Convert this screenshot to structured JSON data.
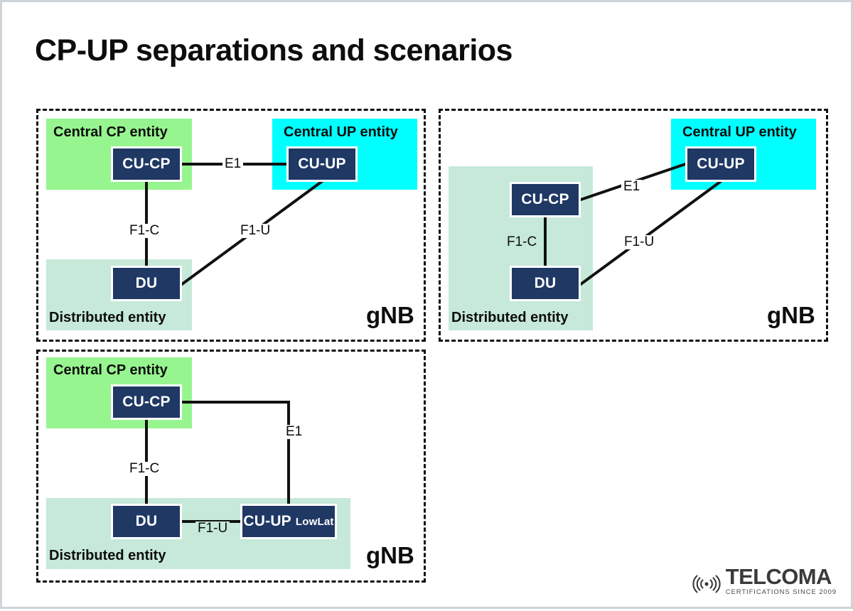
{
  "page": {
    "title": "CP-UP separations and scenarios",
    "background_color": "#ffffff"
  },
  "colors": {
    "central_cp_green": "#97f58f",
    "central_up_cyan": "#00ffff",
    "distributed_mint": "#c6e9d9",
    "node_navy": "#1f3864",
    "node_border": "#ffffff",
    "line_black": "#111111",
    "text_black": "#0d0d0d"
  },
  "panels": [
    {
      "id": "scenario-1",
      "gnb_label": "gNB",
      "regions": [
        {
          "key": "central-cp",
          "label": "Central CP entity",
          "color": "#97f58f"
        },
        {
          "key": "central-up",
          "label": "Central UP entity",
          "color": "#00ffff"
        },
        {
          "key": "distributed",
          "label": "Distributed entity",
          "color": "#c6e9d9"
        }
      ],
      "nodes": [
        {
          "key": "cu-cp",
          "label": "CU-CP",
          "sub": ""
        },
        {
          "key": "cu-up",
          "label": "CU-UP",
          "sub": ""
        },
        {
          "key": "du",
          "label": "DU",
          "sub": ""
        }
      ],
      "links": [
        {
          "key": "e1",
          "label": "E1",
          "from": "cu-cp",
          "to": "cu-up"
        },
        {
          "key": "f1-c",
          "label": "F1-C",
          "from": "cu-cp",
          "to": "du"
        },
        {
          "key": "f1-u",
          "label": "F1-U",
          "from": "cu-up",
          "to": "du"
        }
      ]
    },
    {
      "id": "scenario-2",
      "gnb_label": "gNB",
      "regions": [
        {
          "key": "central-up",
          "label": "Central UP entity",
          "color": "#00ffff"
        },
        {
          "key": "distributed",
          "label": "Distributed entity",
          "color": "#c6e9d9"
        }
      ],
      "nodes": [
        {
          "key": "cu-cp",
          "label": "CU-CP",
          "sub": ""
        },
        {
          "key": "cu-up",
          "label": "CU-UP",
          "sub": ""
        },
        {
          "key": "du",
          "label": "DU",
          "sub": ""
        }
      ],
      "links": [
        {
          "key": "e1",
          "label": "E1",
          "from": "cu-cp",
          "to": "cu-up"
        },
        {
          "key": "f1-c",
          "label": "F1-C",
          "from": "cu-cp",
          "to": "du"
        },
        {
          "key": "f1-u",
          "label": "F1-U",
          "from": "cu-up",
          "to": "du"
        }
      ]
    },
    {
      "id": "scenario-3",
      "gnb_label": "gNB",
      "regions": [
        {
          "key": "central-cp",
          "label": "Central CP entity",
          "color": "#97f58f"
        },
        {
          "key": "distributed",
          "label": "Distributed entity",
          "color": "#c6e9d9"
        }
      ],
      "nodes": [
        {
          "key": "cu-cp",
          "label": "CU-CP",
          "sub": ""
        },
        {
          "key": "du",
          "label": "DU",
          "sub": ""
        },
        {
          "key": "cu-up-lowlat",
          "label": "CU-UP",
          "sub": "LowLat"
        }
      ],
      "links": [
        {
          "key": "e1",
          "label": "E1",
          "from": "cu-cp",
          "to": "cu-up-lowlat"
        },
        {
          "key": "f1-c",
          "label": "F1-C",
          "from": "cu-cp",
          "to": "du"
        },
        {
          "key": "f1-u",
          "label": "F1-U",
          "from": "du",
          "to": "cu-up-lowlat"
        }
      ]
    }
  ],
  "logo": {
    "word": "TELCOMA",
    "tagline": "CERTIFICATIONS SINCE 2009",
    "mark": "signal-waves-icon"
  }
}
